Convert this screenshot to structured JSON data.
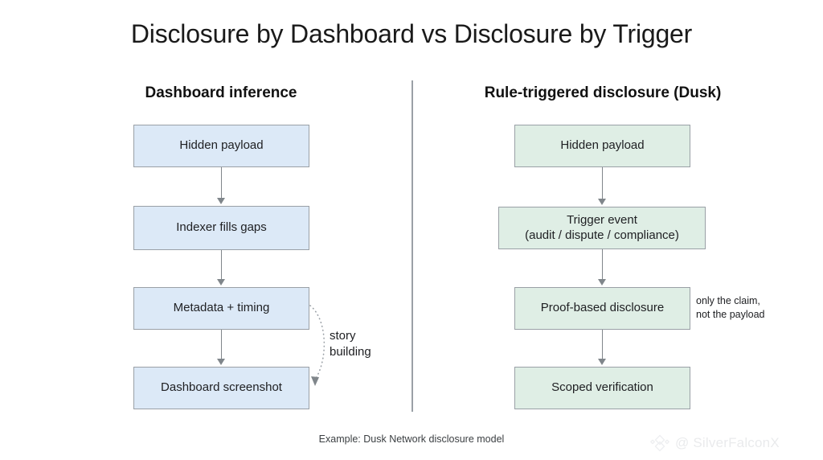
{
  "title": "Disclosure by Dashboard vs Disclosure by Trigger",
  "divider": {
    "color": "#9aa0a6"
  },
  "columns": {
    "left": {
      "header": "Dashboard inference",
      "box_fill": "#dce9f7",
      "nodes": [
        {
          "label": "Hidden payload"
        },
        {
          "label": "Indexer fills gaps"
        },
        {
          "label": "Metadata + timing"
        },
        {
          "label": "Dashboard screenshot"
        }
      ],
      "annotation": {
        "line1": "story",
        "line2": "building"
      }
    },
    "right": {
      "header": "Rule-triggered disclosure (Dusk)",
      "box_fill": "#dfeee5",
      "nodes": [
        {
          "label": "Hidden payload"
        },
        {
          "label": "Trigger event\n(audit / dispute / compliance)"
        },
        {
          "label": "Proof-based disclosure"
        },
        {
          "label": "Scoped verification"
        }
      ],
      "annotation": {
        "line1": "only the claim,",
        "line2": "not the payload"
      }
    }
  },
  "footer": "Example: Dusk Network disclosure model",
  "watermark": {
    "icon": "diamond-logo-icon",
    "text": "@ SilverFalconX"
  }
}
